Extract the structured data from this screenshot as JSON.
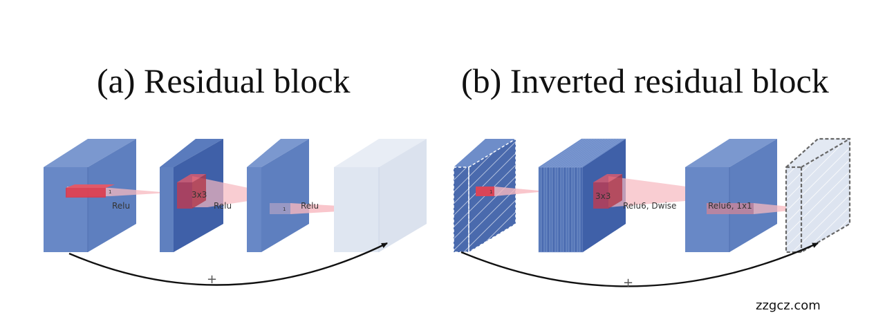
{
  "titles": {
    "a": "(a) Residual block",
    "b": "(b) Inverted residual block"
  },
  "panel_a": {
    "labels": {
      "relu_1": "Relu",
      "relu_2": "Relu",
      "relu_3": "Relu",
      "kernel_1": "1",
      "kernel_3x3": "3x3",
      "kernel_2": "1"
    },
    "plus": "+"
  },
  "panel_b": {
    "labels": {
      "kernel_1": "1",
      "kernel_3x3": "3x3",
      "relu6_dwise": "Relu6, Dwise",
      "relu6_1x1": "Relu6, 1x1"
    },
    "plus": "+"
  },
  "watermark": "zzgcz.com",
  "colors": {
    "block_front": "#6585c1",
    "block_top": "#7b98cf",
    "block_side": "#5776b7",
    "block_dark": "#4466aa",
    "output_faded": "#dfe6f1",
    "kernel_red": "#d93a4d",
    "kernel_beam": "#f7b8bf",
    "arrow": "#111111"
  }
}
